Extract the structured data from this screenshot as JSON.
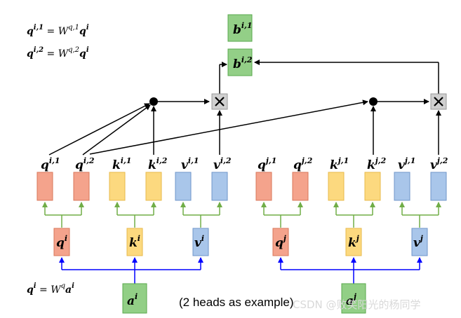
{
  "equations": {
    "qi1": {
      "lhs": "q",
      "lhs_sup": "i,1",
      "eq": " = ",
      "w": "W",
      "w_sup": "q,1",
      "rhs": "q",
      "rhs_sup": "i"
    },
    "qi2": {
      "lhs": "q",
      "lhs_sup": "i,2",
      "eq": " = ",
      "w": "W",
      "w_sup": "q,2",
      "rhs": "q",
      "rhs_sup": "i"
    },
    "qi": {
      "lhs": "q",
      "lhs_sup": "i",
      "eq": " = ",
      "w": "W",
      "w_sup": "q",
      "rhs": "a",
      "rhs_sup": "i"
    }
  },
  "outputs": {
    "b1": {
      "base": "b",
      "sup": "i,1"
    },
    "b2": {
      "base": "b",
      "sup": "i,2"
    }
  },
  "heads_left": [
    {
      "base": "q",
      "sup": "i,1"
    },
    {
      "base": "q",
      "sup": "i,2"
    },
    {
      "base": "k",
      "sup": "i,1"
    },
    {
      "base": "k",
      "sup": "i,2"
    },
    {
      "base": "v",
      "sup": "i,1"
    },
    {
      "base": "v",
      "sup": "i,2"
    }
  ],
  "heads_right": [
    {
      "base": "q",
      "sup": "j,1"
    },
    {
      "base": "q",
      "sup": "j,2"
    },
    {
      "base": "k",
      "sup": "j,1"
    },
    {
      "base": "k",
      "sup": "j,2"
    },
    {
      "base": "v",
      "sup": "j,1"
    },
    {
      "base": "v",
      "sup": "j,2"
    }
  ],
  "qkv_left": [
    {
      "base": "q",
      "sup": "i"
    },
    {
      "base": "k",
      "sup": "i"
    },
    {
      "base": "v",
      "sup": "i"
    }
  ],
  "qkv_right": [
    {
      "base": "q",
      "sup": "j"
    },
    {
      "base": "k",
      "sup": "j"
    },
    {
      "base": "v",
      "sup": "j"
    }
  ],
  "inputs": {
    "ai": {
      "base": "a",
      "sup": "i"
    },
    "aj": {
      "base": "a",
      "sup": "j"
    }
  },
  "note": "(2 heads as example)",
  "watermark": "CSDN @败笑阳光的杨同学",
  "colors": {
    "q_fill": "#f4a38c",
    "q_stroke": "#d9775a",
    "k_fill": "#fcd97f",
    "k_stroke": "#e7b94b",
    "v_fill": "#a9c6ea",
    "v_stroke": "#6f95c9",
    "a_fill": "#92cf86",
    "a_stroke": "#5aa94c",
    "b_fill": "#93cf87",
    "b_stroke": "#5aa94c",
    "mult_fill": "#d0d0d0",
    "green_arrow": "#70ad47",
    "blue_arrow": "#0000ff"
  }
}
